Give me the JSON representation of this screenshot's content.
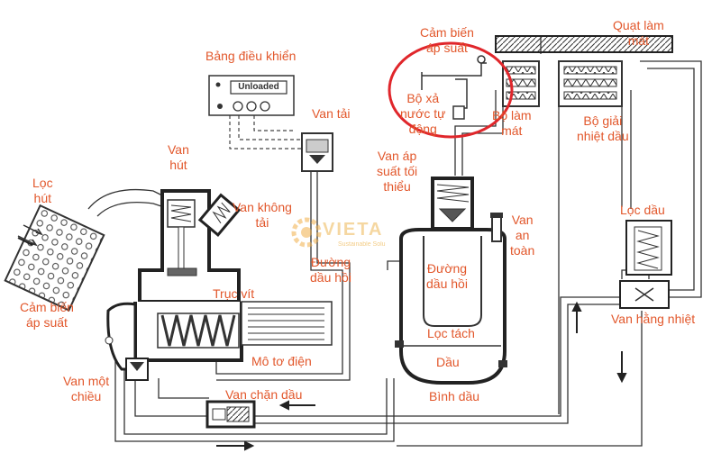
{
  "diagram": {
    "labels": {
      "control_panel": "Bảng điều khiển",
      "panel_display": "Unloaded",
      "load_valve": "Van tải",
      "intake_valve": "Van\nhút",
      "unload_valve": "Van không\ntải",
      "intake_filter": "Lọc\nhút",
      "return_oil_line_1": "Đường\ndầu hồi",
      "return_oil_line_2": "Đường\ndầu hồi",
      "screw_rotor": "Trục vít",
      "motor": "Mô tơ điện",
      "pressure_sensor_left": "Cảm biến\náp suất",
      "check_valve": "Van một\nchiều",
      "oil_stop_valve": "Van chặn dầu",
      "min_pressure_valve": "Van áp\nsuất tối\nthiểu",
      "safety_valve": "Van\nan\ntoàn",
      "separator_filter": "Lọc tách",
      "oil": "Dầu",
      "oil_tank": "Bình dầu",
      "pressure_sensor_top": "Cảm biến\náp suất",
      "auto_drain": "Bộ xả\nnước tự\nđộng",
      "cooler": "Bộ làm\nmát",
      "cooling_fan": "Quạt làm\nmát",
      "oil_cooler": "Bộ giải\nnhiệt dầu",
      "oil_filter": "Lọc dầu",
      "thermostatic_valve": "Van hằng nhiệt"
    },
    "watermark": {
      "brand": "VIETA",
      "tagline": "Sustainable Solu"
    },
    "colors": {
      "label": "#e2572b",
      "highlight_circle": "#e0262b",
      "line": "#333333",
      "watermark": "#f2c77a"
    }
  }
}
